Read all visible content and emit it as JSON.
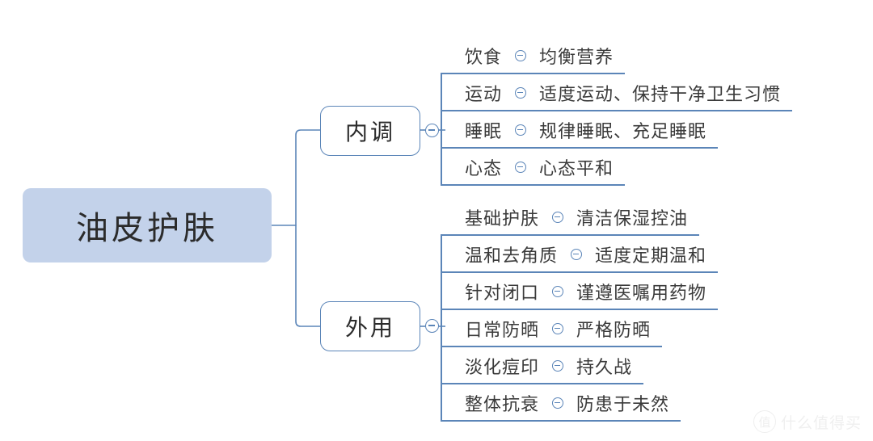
{
  "diagram": {
    "type": "mind-map",
    "root": {
      "label": "油皮护肤"
    },
    "branches": [
      {
        "id": "inner",
        "label": "内调",
        "collapse_icon": "minus-circle-icon",
        "leaves": [
          {
            "key": "饮食",
            "icon": "minus-circle-icon",
            "value": "均衡营养"
          },
          {
            "key": "运动",
            "icon": "minus-circle-icon",
            "value": "适度运动、保持干净卫生习惯"
          },
          {
            "key": "睡眠",
            "icon": "minus-circle-icon",
            "value": "规律睡眠、充足睡眠"
          },
          {
            "key": "心态",
            "icon": "minus-circle-icon",
            "value": "心态平和"
          }
        ]
      },
      {
        "id": "outer",
        "label": "外用",
        "collapse_icon": "minus-circle-icon",
        "leaves": [
          {
            "key": "基础护肤",
            "icon": "minus-circle-icon",
            "value": "清洁保湿控油"
          },
          {
            "key": "温和去角质",
            "icon": "minus-circle-icon",
            "value": "适度定期温和"
          },
          {
            "key": "针对闭口",
            "icon": "minus-circle-icon",
            "value": "谨遵医嘱用药物"
          },
          {
            "key": "日常防晒",
            "icon": "minus-circle-icon",
            "value": "严格防晒"
          },
          {
            "key": "淡化痘印",
            "icon": "minus-circle-icon",
            "value": "持久战"
          },
          {
            "key": "整体抗衰",
            "icon": "minus-circle-icon",
            "value": "防患于未然"
          }
        ]
      }
    ]
  },
  "watermark": {
    "logo_char": "值",
    "text": "什么值得买"
  },
  "colors": {
    "root_fill": "#c3d2ea",
    "line": "#5b85b8",
    "text": "#3a3a3a",
    "background": "#ffffff"
  }
}
